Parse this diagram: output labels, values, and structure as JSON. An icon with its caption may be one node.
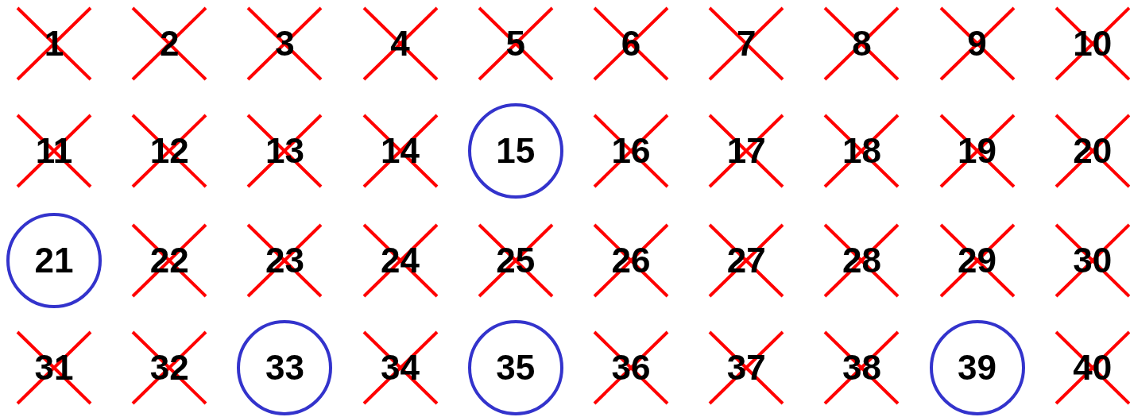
{
  "diagram": {
    "nodes": [
      {
        "text": [
          "15"
        ]
      },
      {
        "text": [
          "21"
        ]
      },
      {
        "text": [
          "33"
        ]
      },
      {
        "text": [
          "35"
        ]
      },
      {
        "text": [
          "39"
        ]
      }
    ],
    "labels": [
      "1",
      "2",
      "3",
      "4",
      "5",
      "6",
      "7",
      "8",
      "9",
      "10",
      "11",
      "12",
      "13",
      "14",
      "16",
      "17",
      "18",
      "19",
      "20",
      "22",
      "23",
      "24",
      "25",
      "26",
      "27",
      "28",
      "29",
      "30",
      "31",
      "32",
      "34",
      "36",
      "37",
      "38",
      "40"
    ]
  }
}
